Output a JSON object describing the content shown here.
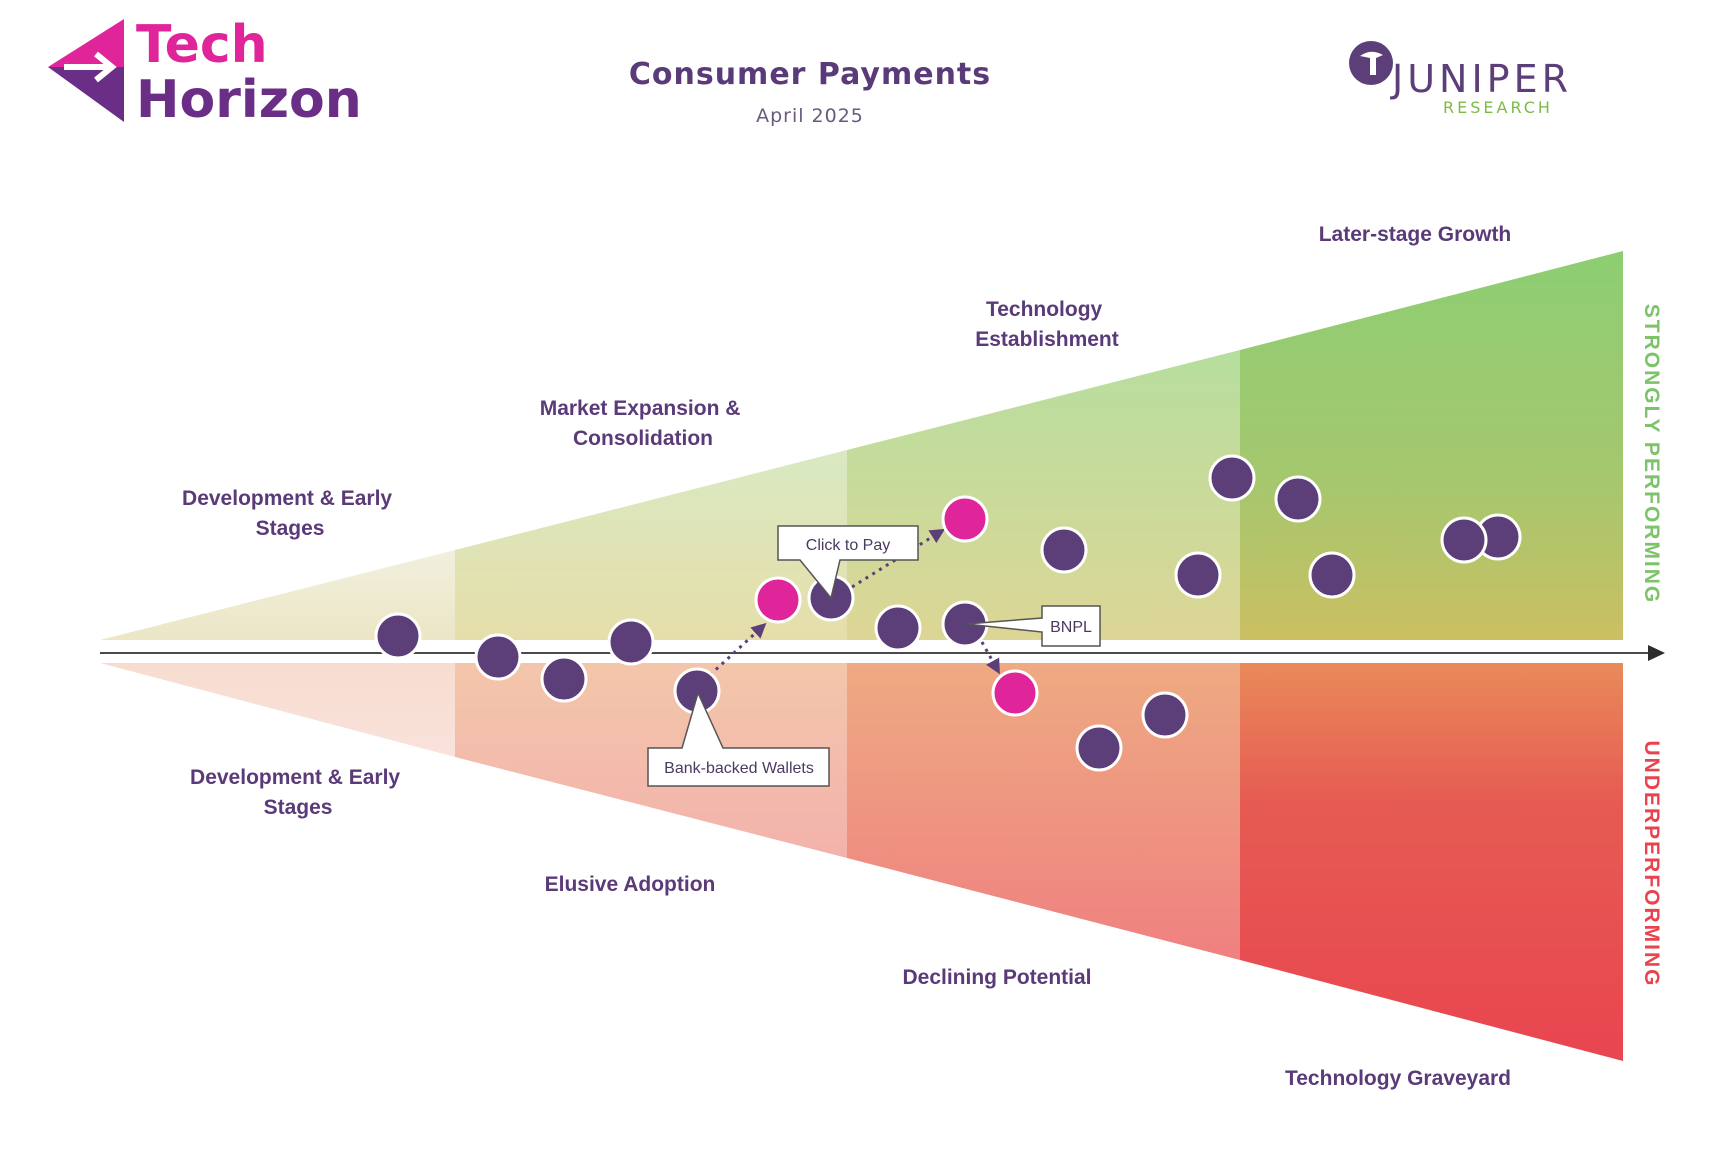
{
  "header": {
    "brand_line1": "Tech",
    "brand_line2": "Horizon",
    "title": "Consumer Payments",
    "subtitle": "April 2025",
    "partner_name": "JUNIPER",
    "partner_sub": "RESEARCH"
  },
  "zones_upper": [
    {
      "id": "dev-upper",
      "lines": [
        "Development & Early",
        "Stages"
      ]
    },
    {
      "id": "market-expansion",
      "lines": [
        "Market Expansion &",
        "Consolidation"
      ]
    },
    {
      "id": "tech-establishment",
      "lines": [
        "Technology",
        "Establishment"
      ]
    },
    {
      "id": "later-stage",
      "lines": [
        "Later-stage Growth"
      ]
    }
  ],
  "zones_lower": [
    {
      "id": "dev-lower",
      "lines": [
        "Development & Early",
        "Stages"
      ]
    },
    {
      "id": "elusive",
      "lines": [
        "Elusive Adoption"
      ]
    },
    {
      "id": "declining",
      "lines": [
        "Declining Potential"
      ]
    },
    {
      "id": "graveyard",
      "lines": [
        "Technology Graveyard"
      ]
    }
  ],
  "side_labels": {
    "top": "STRONGLY PERFORMING",
    "bottom": "UNDERPERFORMING"
  },
  "callouts": {
    "click_to_pay": "Click to Pay",
    "bnpl": "BNPL",
    "bank_wallets": "Bank-backed Wallets"
  },
  "colors": {
    "brand_purple": "#5c3f78",
    "brand_magenta": "#e0249a",
    "performing_green": "#7dc36a",
    "underperforming_red": "#e8434e",
    "dot_purple": "#5c3f78",
    "dot_magenta": "#e0249a"
  },
  "icons": [
    "arrow-logo-icon",
    "juniper-logo-icon",
    "axis-arrow-icon"
  ]
}
